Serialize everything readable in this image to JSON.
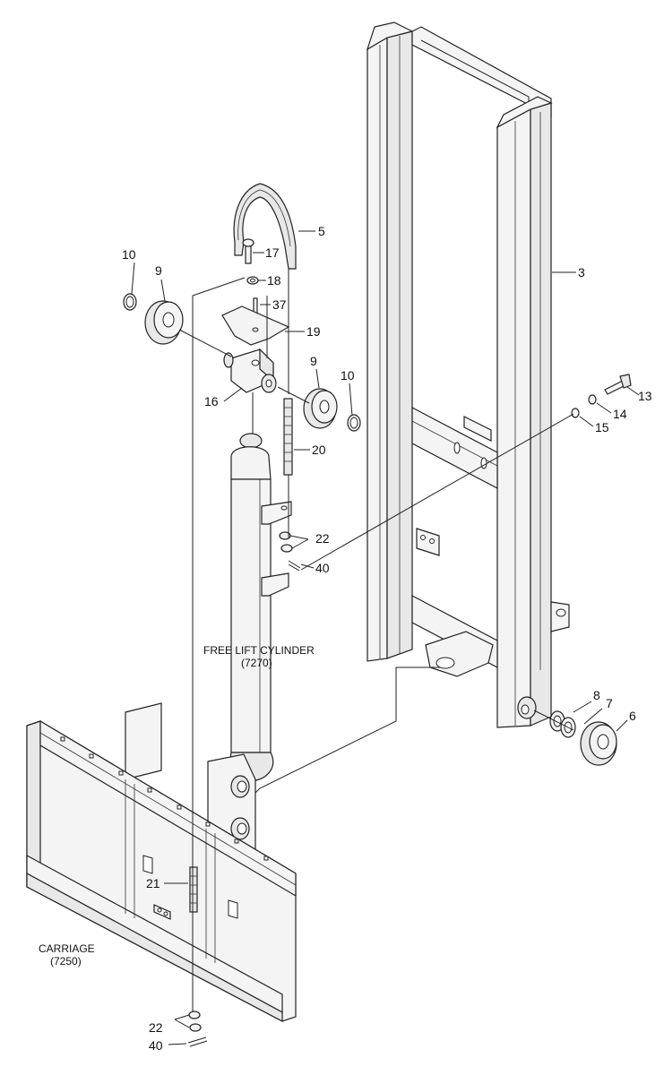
{
  "callouts": [
    {
      "id": "c3",
      "text": "3"
    },
    {
      "id": "c5",
      "text": "5"
    },
    {
      "id": "c6",
      "text": "6"
    },
    {
      "id": "c7",
      "text": "7"
    },
    {
      "id": "c8",
      "text": "8"
    },
    {
      "id": "c9a",
      "text": "9"
    },
    {
      "id": "c9b",
      "text": "9"
    },
    {
      "id": "c10a",
      "text": "10"
    },
    {
      "id": "c10b",
      "text": "10"
    },
    {
      "id": "c13",
      "text": "13"
    },
    {
      "id": "c14",
      "text": "14"
    },
    {
      "id": "c15",
      "text": "15"
    },
    {
      "id": "c16",
      "text": "16"
    },
    {
      "id": "c17",
      "text": "17"
    },
    {
      "id": "c18",
      "text": "18"
    },
    {
      "id": "c19",
      "text": "19"
    },
    {
      "id": "c20",
      "text": "20"
    },
    {
      "id": "c21",
      "text": "21"
    },
    {
      "id": "c22a",
      "text": "22"
    },
    {
      "id": "c22b",
      "text": "22"
    },
    {
      "id": "c37",
      "text": "37"
    },
    {
      "id": "c40a",
      "text": "40"
    },
    {
      "id": "c40b",
      "text": "40"
    }
  ],
  "captions": {
    "cylinder_name": "FREE LIFT CYLINDER",
    "cylinder_ref": "(7270)",
    "carriage_name": "CARRIAGE",
    "carriage_ref": "(7250)"
  }
}
